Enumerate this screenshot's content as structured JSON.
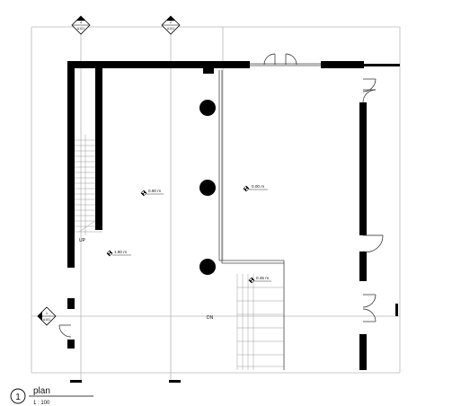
{
  "view_markers": {
    "top_left": {
      "number": "4",
      "sheet": "A101"
    },
    "top_right": {
      "number": "2",
      "sheet": "A101"
    },
    "left": {
      "number": "1",
      "sheet": "A101"
    }
  },
  "level_tags": {
    "tag_a": "0.90 m",
    "tag_b": "0.00 m",
    "tag_c": "1.80 m",
    "tag_d": "0.45 m"
  },
  "stair_labels": {
    "up": "UP",
    "dn": "DN"
  },
  "title_block": {
    "number": "1",
    "name": "plan",
    "scale": "1 : 100"
  }
}
